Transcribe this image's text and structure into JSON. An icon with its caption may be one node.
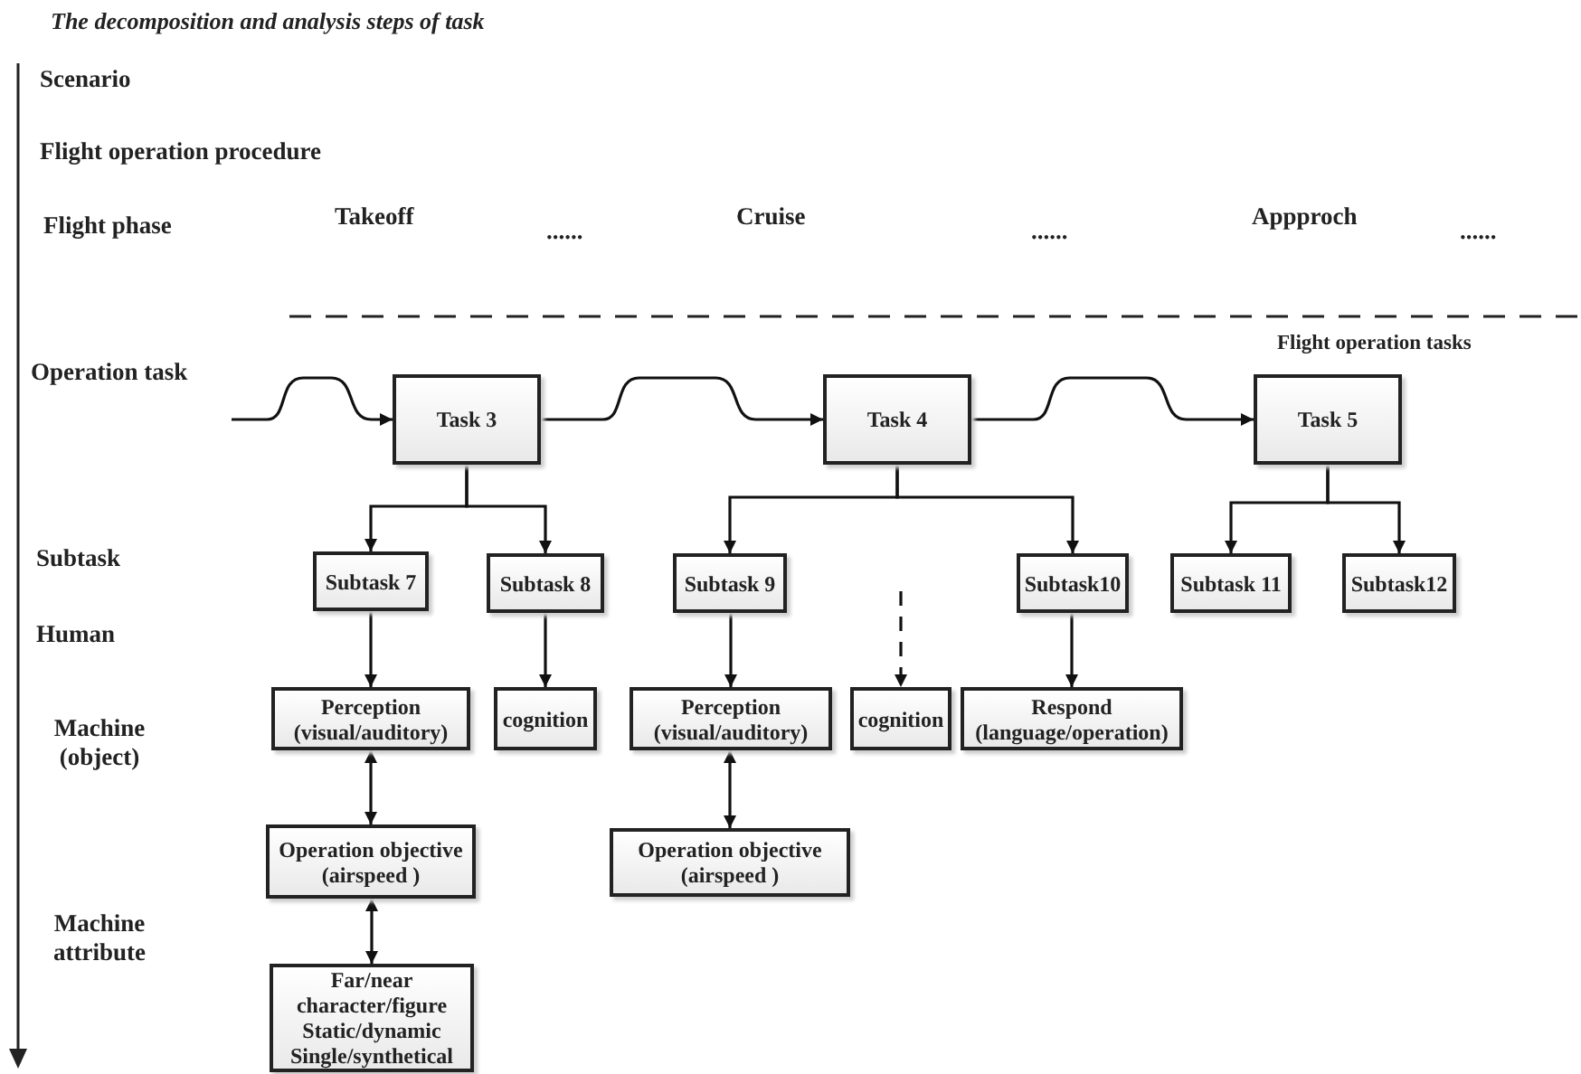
{
  "diagram": {
    "title": "The decomposition and analysis steps of task",
    "nodes": [
      {
        "text": [
          "Task 3"
        ]
      },
      {
        "text": [
          "Task 4"
        ]
      },
      {
        "text": [
          "Task 5"
        ]
      },
      {
        "text": [
          "Subtask 7"
        ]
      },
      {
        "text": [
          "Subtask 8"
        ]
      },
      {
        "text": [
          "Subtask 9"
        ]
      },
      {
        "text": [
          "Subtask10"
        ]
      },
      {
        "text": [
          "Subtask 11"
        ]
      },
      {
        "text": [
          "Subtask12"
        ]
      },
      {
        "text": [
          "Perception (visual/auditory)"
        ]
      },
      {
        "text": [
          "cognition"
        ]
      },
      {
        "text": [
          "Perception (visual/auditory)"
        ]
      },
      {
        "text": [
          "cognition"
        ]
      },
      {
        "text": [
          "Respond (language/operation)"
        ]
      },
      {
        "text": [
          "Operation objective (airspeed )"
        ]
      },
      {
        "text": [
          "Operation objective (airspeed )"
        ]
      },
      {
        "text": [
          "Far/near character/figure Static/dynamic Single/synthetical"
        ]
      }
    ],
    "edges": [
      {
        "from": null,
        "to": 0,
        "arrow": "to"
      },
      {
        "from": 0,
        "to": 1,
        "arrow": "to"
      },
      {
        "from": 1,
        "to": 2,
        "arrow": "to"
      },
      {
        "from": 0,
        "to": 3,
        "arrow": "to"
      },
      {
        "from": 0,
        "to": 4,
        "arrow": "to"
      },
      {
        "from": 1,
        "to": 5,
        "arrow": "to"
      },
      {
        "from": 1,
        "to": 6,
        "arrow": "to"
      },
      {
        "from": 2,
        "to": 7,
        "arrow": "to"
      },
      {
        "from": 2,
        "to": 8,
        "arrow": "to"
      },
      {
        "from": 3,
        "to": 9,
        "arrow": "to"
      },
      {
        "from": 4,
        "to": 10,
        "arrow": "to"
      },
      {
        "from": 5,
        "to": 11,
        "arrow": "to"
      },
      {
        "from": null,
        "to": 12,
        "arrow": "to",
        "style": "dashed"
      },
      {
        "from": 6,
        "to": 13,
        "arrow": "to"
      },
      {
        "from": 9,
        "to": 14,
        "arrow": "both"
      },
      {
        "from": 14,
        "to": 16,
        "arrow": "both"
      },
      {
        "from": 11,
        "to": 15,
        "arrow": "both"
      }
    ],
    "labels": [
      "Scenario",
      "Flight operation procedure",
      "Flight phase",
      "Takeoff",
      "......",
      "Cruise",
      "......",
      "Appproch",
      "......",
      "Flight operation tasks",
      "Operation task",
      "Subtask",
      "Human",
      "Machine (object)",
      "Machine attribute"
    ]
  }
}
